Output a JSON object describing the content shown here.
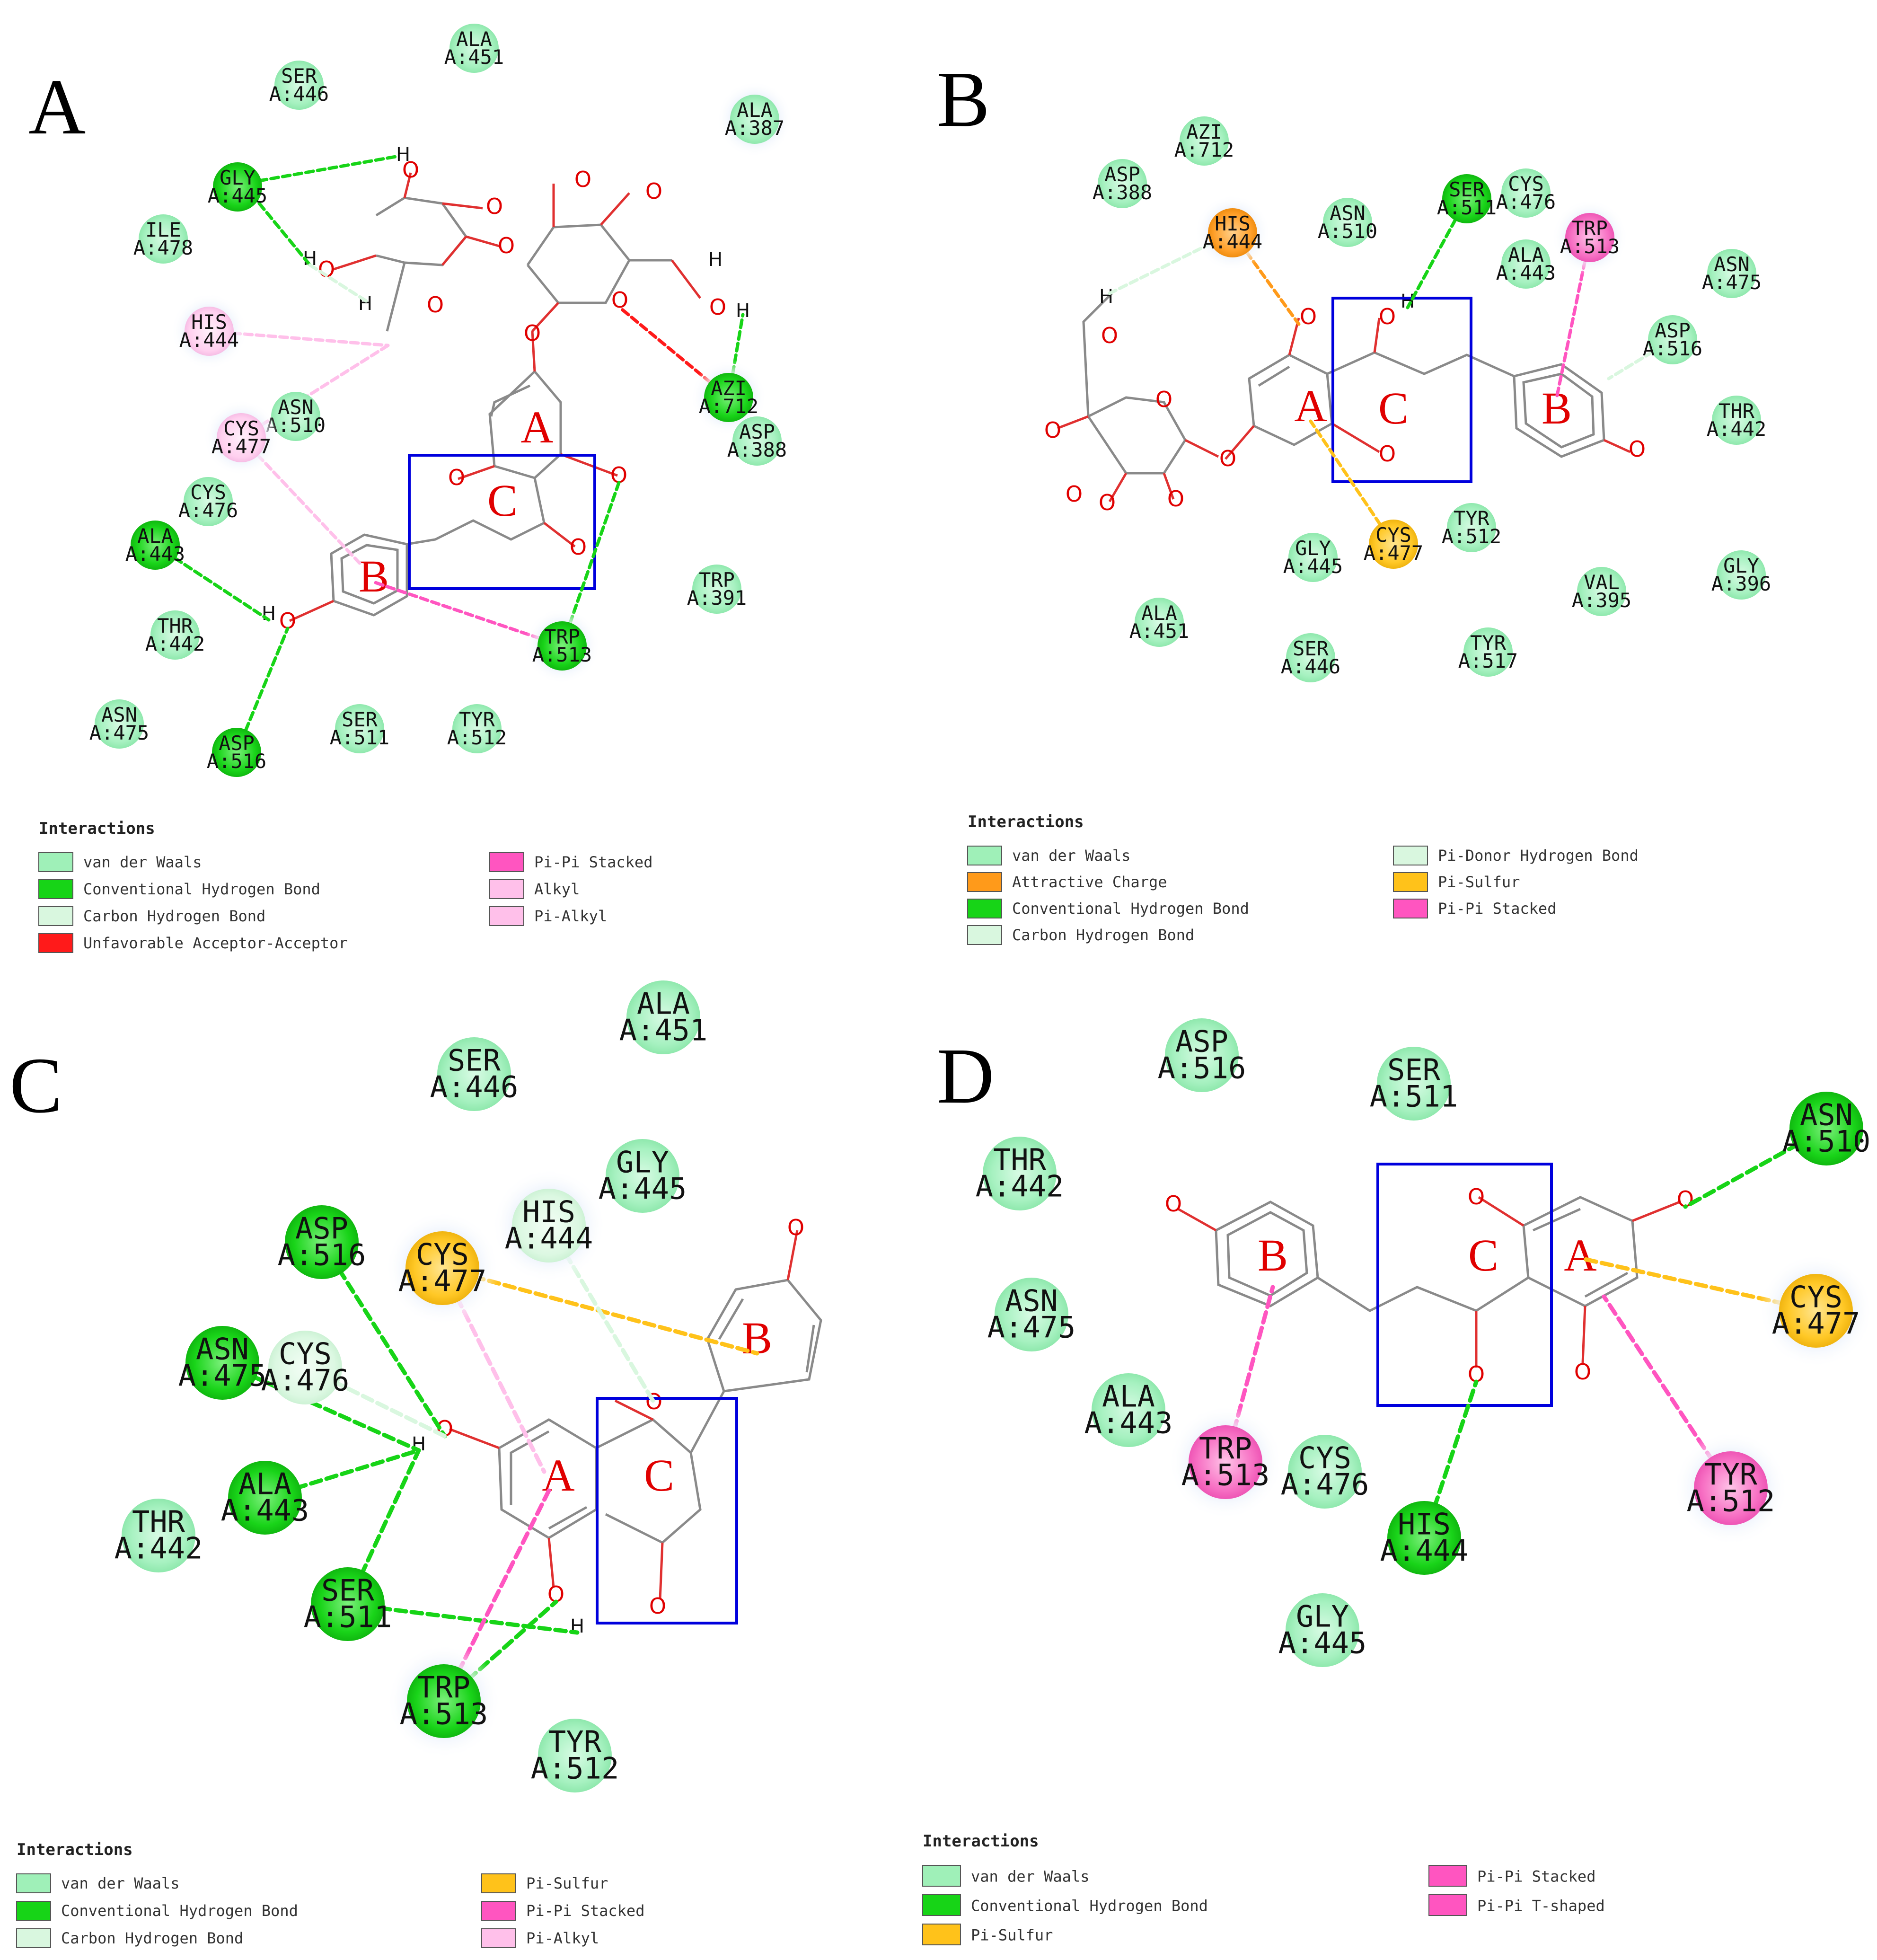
{
  "colors": {
    "van_der_waals": "#9ff0b8",
    "conventional_hbond": "#17d417",
    "carbon_hbond": "#d9f7df",
    "pi_donor_hbond": "#d9f7df",
    "unfavorable_acceptor": "#ff1a1a",
    "pi_pi_stacked": "#ff55c0",
    "pi_pi_tshaped": "#ff55c0",
    "alkyl": "#ffc0ea",
    "pi_alkyl": "#ffc0ea",
    "attractive_charge": "#ff9a1a",
    "pi_sulfur": "#ffc21a",
    "box": "#0000dd"
  },
  "panels": [
    {
      "letter": "A",
      "residues": [
        {
          "name": "ALA",
          "id": "A:451",
          "type": "van_der_waals"
        },
        {
          "name": "SER",
          "id": "A:446",
          "type": "van_der_waals"
        },
        {
          "name": "ALA",
          "id": "A:387",
          "type": "van_der_waals"
        },
        {
          "name": "GLY",
          "id": "A:445",
          "type": "conventional_hbond"
        },
        {
          "name": "ILE",
          "id": "A:478",
          "type": "van_der_waals"
        },
        {
          "name": "HIS",
          "id": "A:444",
          "type": "alkyl"
        },
        {
          "name": "ASN",
          "id": "A:510",
          "type": "van_der_waals"
        },
        {
          "name": "CYS",
          "id": "A:477",
          "type": "pi_alkyl"
        },
        {
          "name": "AZI",
          "id": "A:712",
          "type": "conventional_hbond"
        },
        {
          "name": "ASP",
          "id": "A:388",
          "type": "van_der_waals"
        },
        {
          "name": "CYS",
          "id": "A:476",
          "type": "van_der_waals"
        },
        {
          "name": "ALA",
          "id": "A:443",
          "type": "conventional_hbond"
        },
        {
          "name": "TRP",
          "id": "A:391",
          "type": "van_der_waals"
        },
        {
          "name": "THR",
          "id": "A:442",
          "type": "van_der_waals"
        },
        {
          "name": "TRP",
          "id": "A:513",
          "type": "conventional_hbond"
        },
        {
          "name": "ASN",
          "id": "A:475",
          "type": "van_der_waals"
        },
        {
          "name": "ASP",
          "id": "A:516",
          "type": "conventional_hbond"
        },
        {
          "name": "SER",
          "id": "A:511",
          "type": "van_der_waals"
        },
        {
          "name": "TYR",
          "id": "A:512",
          "type": "van_der_waals"
        }
      ],
      "ring_labels": [
        "A",
        "B",
        "C"
      ],
      "legend_title": "Interactions",
      "legend": [
        {
          "label": "van der Waals",
          "type": "van_der_waals"
        },
        {
          "label": "Conventional Hydrogen Bond",
          "type": "conventional_hbond"
        },
        {
          "label": "Carbon Hydrogen Bond",
          "type": "carbon_hbond"
        },
        {
          "label": "Unfavorable Acceptor-Acceptor",
          "type": "unfavorable_acceptor"
        },
        {
          "label": "Pi-Pi Stacked",
          "type": "pi_pi_stacked"
        },
        {
          "label": "Alkyl",
          "type": "alkyl"
        },
        {
          "label": "Pi-Alkyl",
          "type": "pi_alkyl"
        }
      ]
    },
    {
      "letter": "B",
      "residues": [
        {
          "name": "AZI",
          "id": "A:712",
          "type": "van_der_waals"
        },
        {
          "name": "ASP",
          "id": "A:388",
          "type": "van_der_waals"
        },
        {
          "name": "HIS",
          "id": "A:444",
          "type": "attractive_charge"
        },
        {
          "name": "ASN",
          "id": "A:510",
          "type": "van_der_waals"
        },
        {
          "name": "SER",
          "id": "A:511",
          "type": "conventional_hbond"
        },
        {
          "name": "CYS",
          "id": "A:476",
          "type": "van_der_waals"
        },
        {
          "name": "TRP",
          "id": "A:513",
          "type": "pi_pi_stacked"
        },
        {
          "name": "ALA",
          "id": "A:443",
          "type": "van_der_waals"
        },
        {
          "name": "ASN",
          "id": "A:475",
          "type": "van_der_waals"
        },
        {
          "name": "ASP",
          "id": "A:516",
          "type": "van_der_waals"
        },
        {
          "name": "THR",
          "id": "A:442",
          "type": "van_der_waals"
        },
        {
          "name": "CYS",
          "id": "A:477",
          "type": "pi_sulfur"
        },
        {
          "name": "TYR",
          "id": "A:512",
          "type": "van_der_waals"
        },
        {
          "name": "GLY",
          "id": "A:445",
          "type": "van_der_waals"
        },
        {
          "name": "GLY",
          "id": "A:396",
          "type": "van_der_waals"
        },
        {
          "name": "VAL",
          "id": "A:395",
          "type": "van_der_waals"
        },
        {
          "name": "ALA",
          "id": "A:451",
          "type": "van_der_waals"
        },
        {
          "name": "SER",
          "id": "A:446",
          "type": "van_der_waals"
        },
        {
          "name": "TYR",
          "id": "A:517",
          "type": "van_der_waals"
        }
      ],
      "ring_labels": [
        "A",
        "B",
        "C"
      ],
      "legend_title": "Interactions",
      "legend": [
        {
          "label": "van der Waals",
          "type": "van_der_waals"
        },
        {
          "label": "Attractive Charge",
          "type": "attractive_charge"
        },
        {
          "label": "Conventional Hydrogen Bond",
          "type": "conventional_hbond"
        },
        {
          "label": "Carbon Hydrogen Bond",
          "type": "carbon_hbond"
        },
        {
          "label": "Pi-Donor Hydrogen Bond",
          "type": "pi_donor_hbond"
        },
        {
          "label": "Pi-Sulfur",
          "type": "pi_sulfur"
        },
        {
          "label": "Pi-Pi Stacked",
          "type": "pi_pi_stacked"
        }
      ]
    },
    {
      "letter": "C",
      "residues": [
        {
          "name": "ALA",
          "id": "A:451",
          "type": "van_der_waals"
        },
        {
          "name": "SER",
          "id": "A:446",
          "type": "van_der_waals"
        },
        {
          "name": "GLY",
          "id": "A:445",
          "type": "van_der_waals"
        },
        {
          "name": "HIS",
          "id": "A:444",
          "type": "carbon_hbond"
        },
        {
          "name": "ASP",
          "id": "A:516",
          "type": "conventional_hbond"
        },
        {
          "name": "CYS",
          "id": "A:477",
          "type": "pi_sulfur"
        },
        {
          "name": "ASN",
          "id": "A:475",
          "type": "conventional_hbond"
        },
        {
          "name": "CYS",
          "id": "A:476",
          "type": "carbon_hbond"
        },
        {
          "name": "ALA",
          "id": "A:443",
          "type": "conventional_hbond"
        },
        {
          "name": "THR",
          "id": "A:442",
          "type": "van_der_waals"
        },
        {
          "name": "SER",
          "id": "A:511",
          "type": "conventional_hbond"
        },
        {
          "name": "TRP",
          "id": "A:513",
          "type": "conventional_hbond"
        },
        {
          "name": "TYR",
          "id": "A:512",
          "type": "van_der_waals"
        }
      ],
      "ring_labels": [
        "A",
        "B",
        "C"
      ],
      "legend_title": "Interactions",
      "legend": [
        {
          "label": "van der Waals",
          "type": "van_der_waals"
        },
        {
          "label": "Conventional Hydrogen Bond",
          "type": "conventional_hbond"
        },
        {
          "label": "Carbon Hydrogen Bond",
          "type": "carbon_hbond"
        },
        {
          "label": "Pi-Sulfur",
          "type": "pi_sulfur"
        },
        {
          "label": "Pi-Pi Stacked",
          "type": "pi_pi_stacked"
        },
        {
          "label": "Pi-Alkyl",
          "type": "pi_alkyl"
        }
      ]
    },
    {
      "letter": "D",
      "residues": [
        {
          "name": "ASP",
          "id": "A:516",
          "type": "van_der_waals"
        },
        {
          "name": "SER",
          "id": "A:511",
          "type": "van_der_waals"
        },
        {
          "name": "ASN",
          "id": "A:510",
          "type": "conventional_hbond"
        },
        {
          "name": "THR",
          "id": "A:442",
          "type": "van_der_waals"
        },
        {
          "name": "ASN",
          "id": "A:475",
          "type": "van_der_waals"
        },
        {
          "name": "CYS",
          "id": "A:477",
          "type": "pi_sulfur"
        },
        {
          "name": "ALA",
          "id": "A:443",
          "type": "van_der_waals"
        },
        {
          "name": "TRP",
          "id": "A:513",
          "type": "pi_pi_stacked"
        },
        {
          "name": "CYS",
          "id": "A:476",
          "type": "van_der_waals"
        },
        {
          "name": "TYR",
          "id": "A:512",
          "type": "pi_pi_tshaped"
        },
        {
          "name": "HIS",
          "id": "A:444",
          "type": "conventional_hbond"
        },
        {
          "name": "GLY",
          "id": "A:445",
          "type": "van_der_waals"
        }
      ],
      "ring_labels": [
        "A",
        "B",
        "C"
      ],
      "legend_title": "Interactions",
      "legend": [
        {
          "label": "van der Waals",
          "type": "van_der_waals"
        },
        {
          "label": "Conventional Hydrogen Bond",
          "type": "conventional_hbond"
        },
        {
          "label": "Pi-Sulfur",
          "type": "pi_sulfur"
        },
        {
          "label": "Pi-Pi Stacked",
          "type": "pi_pi_stacked"
        },
        {
          "label": "Pi-Pi T-shaped",
          "type": "pi_pi_tshaped"
        }
      ]
    }
  ],
  "atoms": {
    "oxygen": "O",
    "hydrogen": "H"
  }
}
